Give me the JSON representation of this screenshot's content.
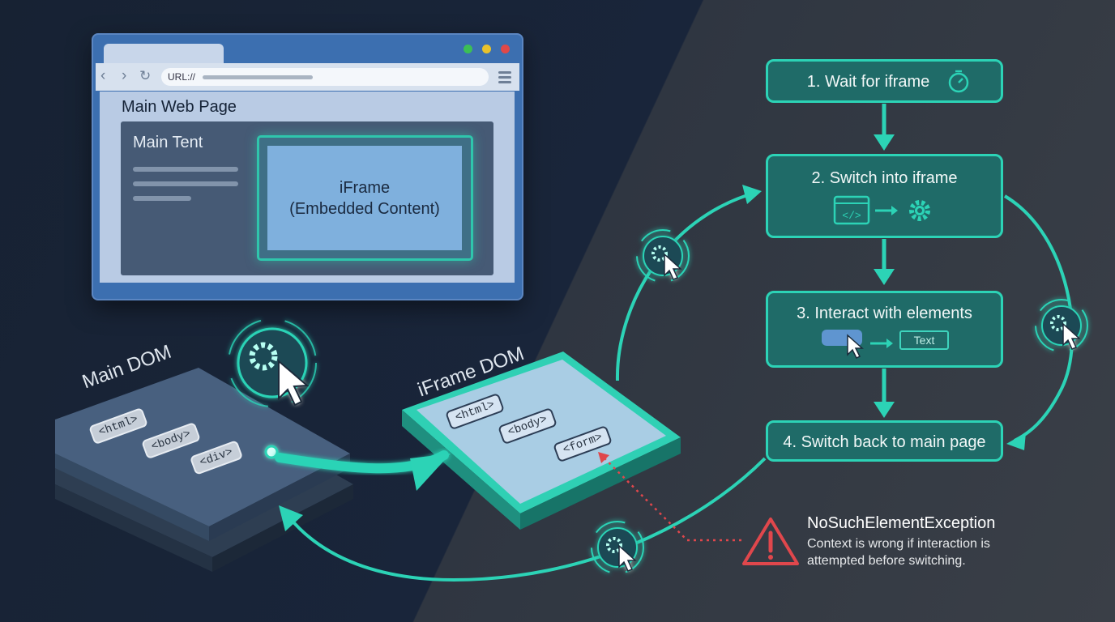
{
  "browser": {
    "url_prefix": "URL://",
    "page_title": "Main Web Page",
    "content_title": "Main Tent",
    "iframe_label_line1": "iFrame",
    "iframe_label_line2": "(Embedded Content)"
  },
  "dom": {
    "main_label": "Main DOM",
    "main_tags": [
      "<html>",
      "<body>",
      "<div>"
    ],
    "iframe_label": "iFrame DOM",
    "iframe_tags": [
      "<html>",
      "<body>",
      "<form>"
    ]
  },
  "steps": [
    {
      "label": "1. Wait for iframe",
      "icon": "stopwatch-icon"
    },
    {
      "label": "2. Switch into iframe",
      "icon": "code-window-icon"
    },
    {
      "label": "3. Interact with elements",
      "icon": "button-click-icon",
      "chip": "Text"
    },
    {
      "label": "4. Switch back to main page"
    }
  ],
  "error": {
    "title": "NoSuchElementException",
    "description": "Context is wrong if interaction is attempted before switching."
  },
  "colors": {
    "accent": "#2cd3b6",
    "step_fill": "#1f6b68",
    "browser_frame": "#3c6fb0",
    "error": "#e0474c"
  }
}
